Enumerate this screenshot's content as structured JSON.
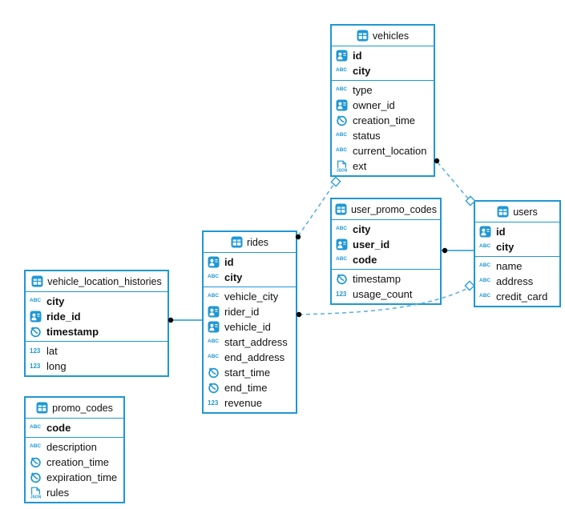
{
  "colors": {
    "table_border": "#1f97d4",
    "icon_blue": "#1f97d4",
    "relation_solid": "#1f97d4",
    "relation_dashed": "#5fb2e2",
    "text": "#111111",
    "marker_dot": "#000000",
    "marker_diamond_fill": "#ffffff"
  },
  "icon_types": {
    "table": "table-icon",
    "ref": "id-badge-icon",
    "text": "abc-icon",
    "time": "clock-icon",
    "number": "number-123-icon",
    "json": "json-icon"
  },
  "tables": [
    {
      "id": "vehicles",
      "name": "vehicles",
      "keys": [
        {
          "name": "id",
          "type": "ref"
        },
        {
          "name": "city",
          "type": "text"
        }
      ],
      "columns": [
        {
          "name": "type",
          "type": "text"
        },
        {
          "name": "owner_id",
          "type": "ref"
        },
        {
          "name": "creation_time",
          "type": "time"
        },
        {
          "name": "status",
          "type": "text"
        },
        {
          "name": "current_location",
          "type": "text"
        },
        {
          "name": "ext",
          "type": "json"
        }
      ]
    },
    {
      "id": "user_promo_codes",
      "name": "user_promo_codes",
      "keys": [
        {
          "name": "city",
          "type": "text"
        },
        {
          "name": "user_id",
          "type": "ref"
        },
        {
          "name": "code",
          "type": "text"
        }
      ],
      "columns": [
        {
          "name": "timestamp",
          "type": "time"
        },
        {
          "name": "usage_count",
          "type": "number"
        }
      ]
    },
    {
      "id": "users",
      "name": "users",
      "keys": [
        {
          "name": "id",
          "type": "ref"
        },
        {
          "name": "city",
          "type": "text"
        }
      ],
      "columns": [
        {
          "name": "name",
          "type": "text"
        },
        {
          "name": "address",
          "type": "text"
        },
        {
          "name": "credit_card",
          "type": "text"
        }
      ]
    },
    {
      "id": "rides",
      "name": "rides",
      "keys": [
        {
          "name": "id",
          "type": "ref"
        },
        {
          "name": "city",
          "type": "text"
        }
      ],
      "columns": [
        {
          "name": "vehicle_city",
          "type": "text"
        },
        {
          "name": "rider_id",
          "type": "ref"
        },
        {
          "name": "vehicle_id",
          "type": "ref"
        },
        {
          "name": "start_address",
          "type": "text"
        },
        {
          "name": "end_address",
          "type": "text"
        },
        {
          "name": "start_time",
          "type": "time"
        },
        {
          "name": "end_time",
          "type": "time"
        },
        {
          "name": "revenue",
          "type": "number"
        }
      ]
    },
    {
      "id": "vehicle_location_histories",
      "name": "vehicle_location_histories",
      "keys": [
        {
          "name": "city",
          "type": "text"
        },
        {
          "name": "ride_id",
          "type": "ref"
        },
        {
          "name": "timestamp",
          "type": "time"
        }
      ],
      "columns": [
        {
          "name": "lat",
          "type": "number"
        },
        {
          "name": "long",
          "type": "number"
        }
      ]
    },
    {
      "id": "promo_codes",
      "name": "promo_codes",
      "keys": [
        {
          "name": "code",
          "type": "text"
        }
      ],
      "columns": [
        {
          "name": "description",
          "type": "text"
        },
        {
          "name": "creation_time",
          "type": "time"
        },
        {
          "name": "expiration_time",
          "type": "time"
        },
        {
          "name": "rules",
          "type": "json"
        }
      ]
    }
  ],
  "relationships": [
    {
      "from": "vehicle_location_histories",
      "to": "rides",
      "style": "solid"
    },
    {
      "from": "user_promo_codes",
      "to": "users",
      "style": "solid"
    },
    {
      "from": "rides",
      "to": "vehicles",
      "style": "dashed"
    },
    {
      "from": "vehicles",
      "to": "users",
      "style": "dashed"
    },
    {
      "from": "rides",
      "to": "users",
      "style": "dashed"
    }
  ]
}
